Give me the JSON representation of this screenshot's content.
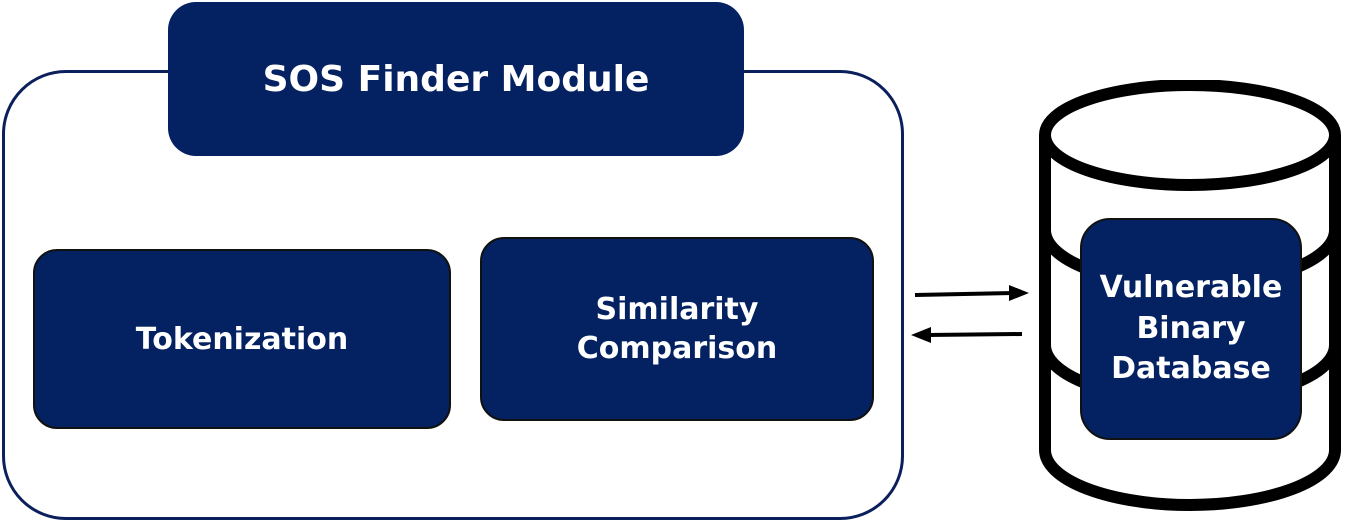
{
  "module": {
    "title": "SOS Finder Module",
    "components": [
      {
        "label": "Tokenization"
      },
      {
        "label": "Similarity\nComparison"
      }
    ]
  },
  "database": {
    "label": "Vulnerable\nBinary\nDatabase"
  },
  "colors": {
    "box_fill": "#042161",
    "frame_stroke": "#0b1f5c",
    "db_stroke": "#000000",
    "text": "#ffffff"
  },
  "icons": [
    "arrow-right-icon",
    "arrow-left-icon",
    "database-cylinder-icon"
  ]
}
